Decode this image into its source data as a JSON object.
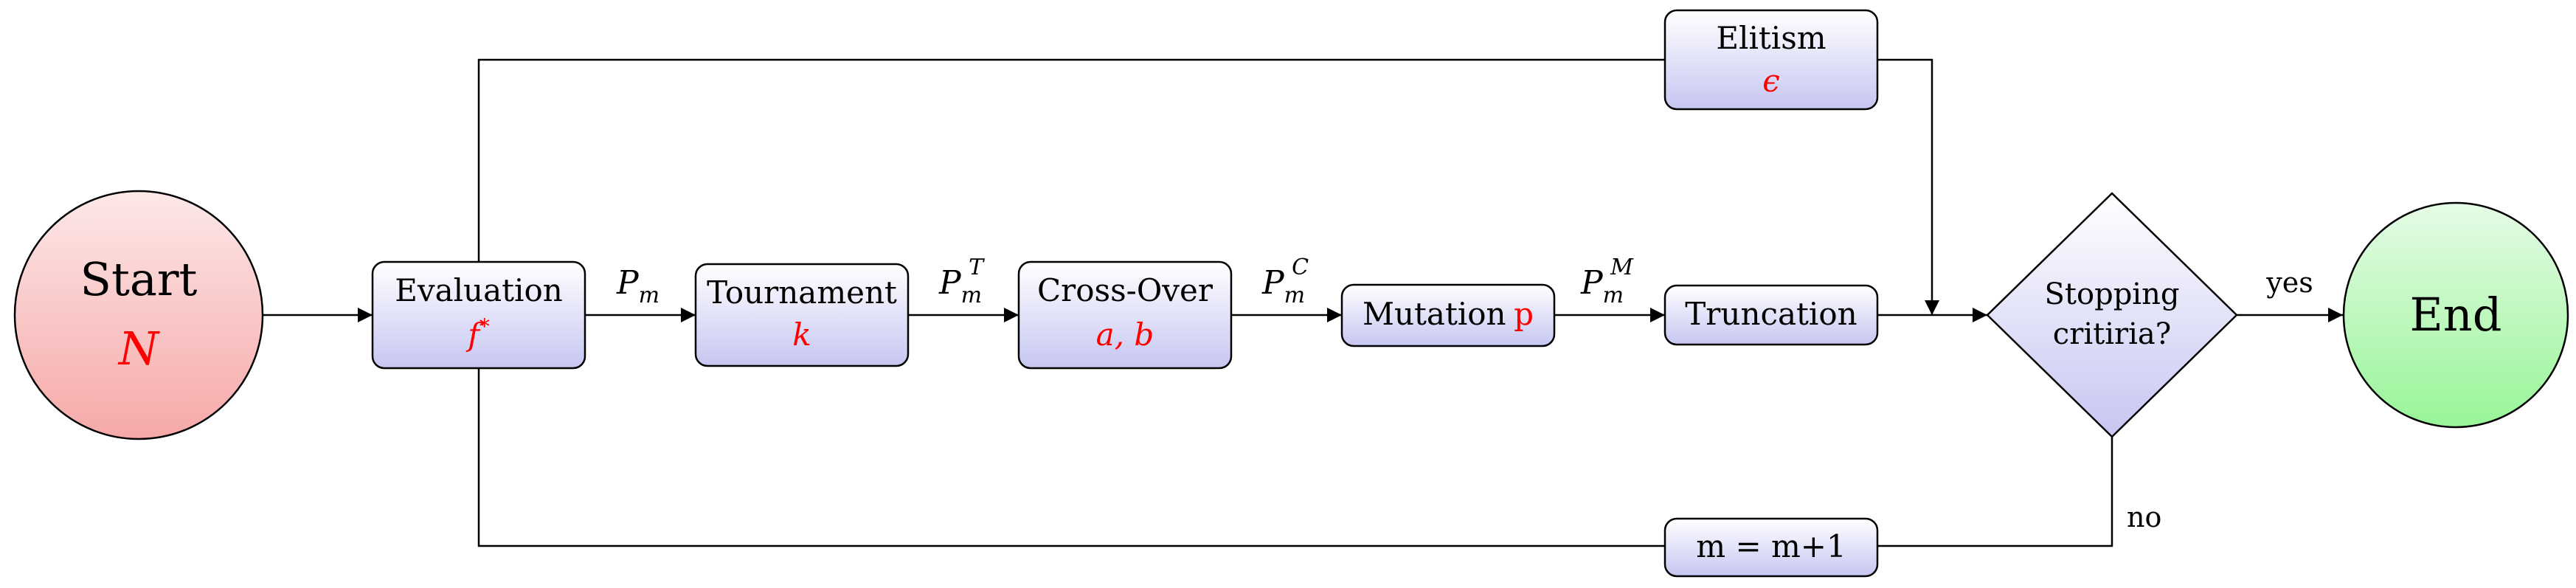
{
  "nodes": {
    "start": {
      "label": "Start",
      "param": "N"
    },
    "evaluation": {
      "label": "Evaluation",
      "param": "f",
      "param_sup": "*"
    },
    "tournament": {
      "label": "Tournament",
      "param": "k"
    },
    "crossover": {
      "label": "Cross-Over",
      "param": "a, b"
    },
    "mutation": {
      "label": "Mutation",
      "param": "p"
    },
    "truncation": {
      "label": "Truncation"
    },
    "elitism": {
      "label": "Elitism",
      "param": "ϵ"
    },
    "stopping": {
      "label_line1": "Stopping",
      "label_line2": "critiria?"
    },
    "increment": {
      "label": "m = m+1"
    },
    "end": {
      "label": "End"
    }
  },
  "edges": {
    "pm": {
      "base": "P",
      "sub": "m",
      "sup": ""
    },
    "pmt": {
      "base": "P",
      "sub": "m",
      "sup": "T"
    },
    "pmc": {
      "base": "P",
      "sub": "m",
      "sup": "C"
    },
    "pmm": {
      "base": "P",
      "sub": "m",
      "sup": "M"
    },
    "yes": {
      "label": "yes"
    },
    "no": {
      "label": "no"
    }
  },
  "colors": {
    "start_top": "#fde8e8",
    "start_bottom": "#f6a8a8",
    "box_top": "#ffffff",
    "box_bottom": "#c6c6f2",
    "end_top": "#e6fbe6",
    "end_bottom": "#98f598",
    "param": "#ff0000"
  }
}
